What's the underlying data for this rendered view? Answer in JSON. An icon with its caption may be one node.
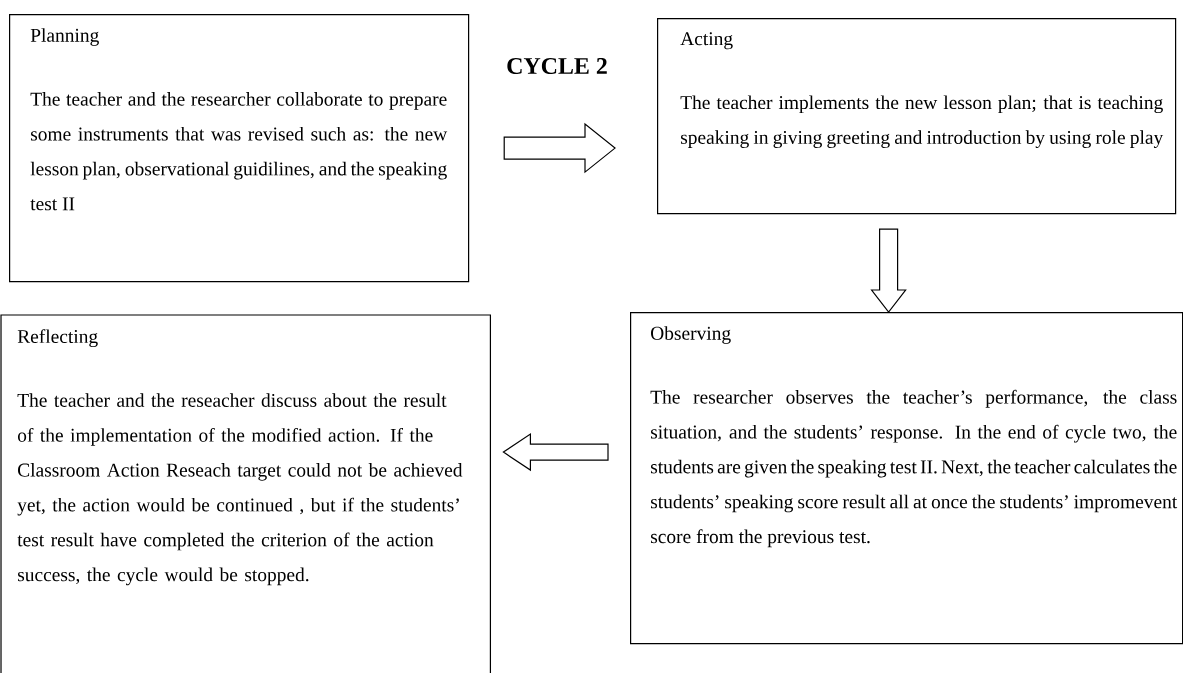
{
  "diagram": {
    "nodes": [
      {
        "text": [
          "Planning",
          "The teacher and the researcher collaborate to prepare some instruments that was revised such as: the new lesson plan, observational guidilines, and the speaking test II"
        ]
      },
      {
        "text": [
          "Acting",
          "The teacher implements the new lesson plan; that is teaching speaking in giving greeting and introduction by using role play"
        ]
      },
      {
        "text": [
          "Observing",
          "The researcher observes the teacher’s performance, the class situation, and the students’ response. In the end of cycle two, the students are given the speaking test II.  Next, the teacher calculates the students’ speaking score result all at once the students’ impromevent score from the previous test."
        ]
      },
      {
        "text": [
          "Reflecting",
          "The teacher and the reseacher discuss about the result of the implementation of the modified action. If the Classroom Action Reseach target could not be achieved yet, the action would be continued , but if the students’ test result have completed the criterion of  the action success, the cycle would be stopped."
        ]
      }
    ],
    "edges": [
      {
        "from": 0,
        "to": 1,
        "arrow": "to"
      },
      {
        "from": 1,
        "to": 2,
        "arrow": "to"
      },
      {
        "from": 2,
        "to": 3,
        "arrow": "to"
      }
    ],
    "labels": [
      "CYCLE 2"
    ]
  }
}
